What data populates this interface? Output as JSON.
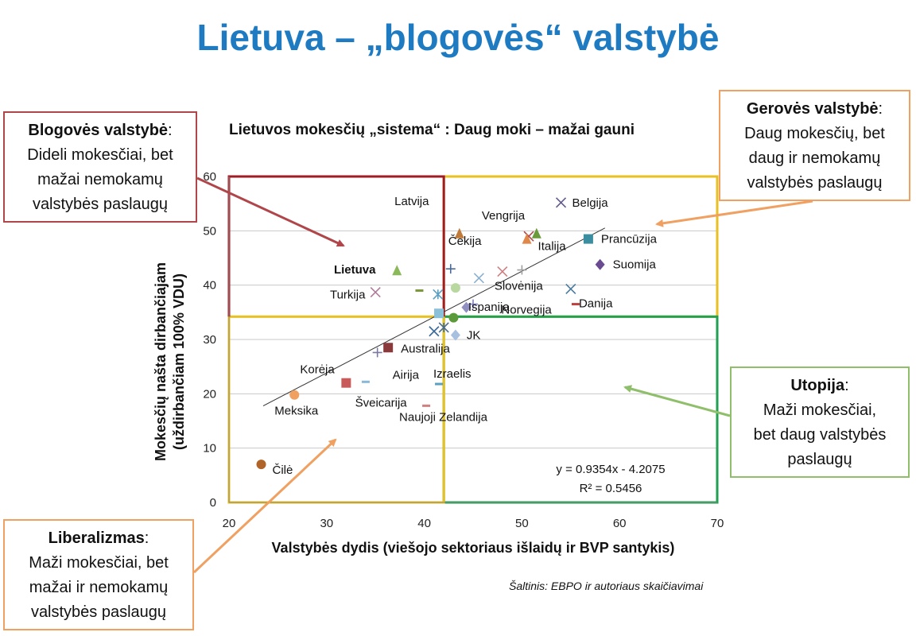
{
  "title": "Lietuva – „blogovės“ valstybė",
  "chart_data": {
    "type": "scatter",
    "title": "Lietuvos mokesčių „sistema“ : Daug moki – mažai gauni",
    "xlabel": "Valstybės dydis (viešojo sektoriaus išlaidų ir BVP santykis)",
    "ylabel_line1": "Mokesčių našta dirbančiajam",
    "ylabel_line2": "(uždirbančiam 100% VDU)",
    "xlim": [
      20,
      70
    ],
    "ylim": [
      0,
      60
    ],
    "xticks": [
      20,
      30,
      40,
      50,
      60,
      70
    ],
    "yticks": [
      0,
      10,
      20,
      30,
      40,
      50,
      60
    ],
    "grid": "horizontal",
    "trendline": {
      "slope": 0.9354,
      "intercept": -4.2075,
      "x_range": [
        23.5,
        58.5
      ],
      "equation": "y = 0.9354x - 4.2075",
      "r2": "R² = 0.5456"
    },
    "points": [
      {
        "label": "Belgija",
        "x": 54.0,
        "y": 55.2,
        "marker": "x",
        "color": "#5f5a8a"
      },
      {
        "label": "Vengrija",
        "x": 50.7,
        "y": 49.0,
        "marker": "x",
        "color": "#b0464a"
      },
      {
        "label": "Italija",
        "x": 50.5,
        "y": 48.5,
        "marker": "triangle",
        "color": "#e0884a"
      },
      {
        "label": "",
        "x": 51.5,
        "y": 49.5,
        "marker": "triangle",
        "color": "#6a9a3a"
      },
      {
        "label": "Prancūzija",
        "x": 56.8,
        "y": 48.5,
        "marker": "square",
        "color": "#3a8ea0"
      },
      {
        "label": "Suomija",
        "x": 58.0,
        "y": 43.8,
        "marker": "diamond",
        "color": "#6a4a90"
      },
      {
        "label": "Latvija",
        "x": 43.6,
        "y": 49.5,
        "marker": "triangle",
        "color": "#c07a3a"
      },
      {
        "label": "Lietuva",
        "x": 37.2,
        "y": 42.7,
        "marker": "triangle",
        "color": "#8ab85a"
      },
      {
        "label": "Čekija",
        "x": 42.7,
        "y": 43.0,
        "marker": "plus",
        "color": "#4a6a9a"
      },
      {
        "label": "",
        "x": 45.6,
        "y": 41.3,
        "marker": "x",
        "color": "#8ab0d0"
      },
      {
        "label": "Slovėnija",
        "x": 48.0,
        "y": 42.5,
        "marker": "x",
        "color": "#d08080"
      },
      {
        "label": "",
        "x": 50.0,
        "y": 42.8,
        "marker": "plus",
        "color": "#a0a0a0"
      },
      {
        "label": "",
        "x": 55.0,
        "y": 39.3,
        "marker": "x",
        "color": "#4a7aa0"
      },
      {
        "label": "Turkija",
        "x": 35.0,
        "y": 38.7,
        "marker": "x",
        "color": "#b07a9a"
      },
      {
        "label": "",
        "x": 39.5,
        "y": 39.0,
        "marker": "dash",
        "color": "#7a9a3a"
      },
      {
        "label": "Ispanija",
        "x": 43.2,
        "y": 39.5,
        "marker": "circle",
        "color": "#b8d8a0"
      },
      {
        "label": "",
        "x": 41.4,
        "y": 38.3,
        "marker": "asterisk",
        "color": "#5aa0c0"
      },
      {
        "label": "Norvegija",
        "x": 44.3,
        "y": 35.9,
        "marker": "diamond",
        "color": "#9090c0"
      },
      {
        "label": "",
        "x": 45.0,
        "y": 36.5,
        "marker": "plus",
        "color": "#8080c0"
      },
      {
        "label": "Danija",
        "x": 55.5,
        "y": 36.5,
        "marker": "dash",
        "color": "#c04040"
      },
      {
        "label": "",
        "x": 41.5,
        "y": 34.8,
        "marker": "square",
        "color": "#8ac0d8"
      },
      {
        "label": "",
        "x": 43.0,
        "y": 34.0,
        "marker": "circle",
        "color": "#5a9a3a"
      },
      {
        "label": "",
        "x": 42.0,
        "y": 32.2,
        "marker": "asterisk",
        "color": "#4a6a8a"
      },
      {
        "label": "",
        "x": 41.0,
        "y": 31.5,
        "marker": "x",
        "color": "#3a6a9a"
      },
      {
        "label": "JK",
        "x": 43.2,
        "y": 30.8,
        "marker": "diamond",
        "color": "#a8c0e0"
      },
      {
        "label": "Australija",
        "x": 36.3,
        "y": 28.5,
        "marker": "square",
        "color": "#8a3a3a"
      },
      {
        "label": "Airija",
        "x": 35.2,
        "y": 27.6,
        "marker": "plus",
        "color": "#7a7aa0"
      },
      {
        "label": "Izraelis",
        "x": 41.5,
        "y": 21.8,
        "marker": "dash",
        "color": "#5aa0c0"
      },
      {
        "label": "Korėja",
        "x": 32.0,
        "y": 22.0,
        "marker": "square",
        "color": "#c85a5a"
      },
      {
        "label": "",
        "x": 34.0,
        "y": 22.2,
        "marker": "dash",
        "color": "#8ab8d8"
      },
      {
        "label": "Šveicarija",
        "x": 33.0,
        "y": 22.2,
        "marker": "none",
        "color": "#111"
      },
      {
        "label": "Naujoji Zelandija",
        "x": 40.2,
        "y": 17.8,
        "marker": "dash",
        "color": "#d08080"
      },
      {
        "label": "Meksika",
        "x": 26.7,
        "y": 19.8,
        "marker": "circle",
        "color": "#f0a060"
      },
      {
        "label": "Čilė",
        "x": 23.3,
        "y": 7.0,
        "marker": "circle",
        "color": "#b0642a"
      }
    ]
  },
  "boxes": {
    "blogove": {
      "title": "Blogovės valstybė",
      "colon": ":",
      "line1": "Dideli mokesčiai, bet",
      "line2": "mažai nemokamų",
      "line3": "valstybės paslaugų"
    },
    "gerove": {
      "title": "Gerovės valstybė",
      "colon": ":",
      "line1": "Daug mokesčių, bet",
      "line2": "daug ir nemokamų",
      "line3": "valstybės paslaugų"
    },
    "utopija": {
      "title": "Utopija",
      "colon": ":",
      "line1": "Maži mokesčiai,",
      "line2": "bet daug valstybės",
      "line3": "paslaugų"
    },
    "liberal": {
      "title": "Liberalizmas",
      "colon": ":",
      "line1": "Maži mokesčiai, bet",
      "line2": "mažai ir nemokamų",
      "line3": "valstybės paslaugų"
    }
  },
  "source": "Šaltinis: EBPO ir autoriaus skaičiavimai",
  "colors": {
    "title": "#1f7bc1",
    "quadrant_red": "#a01c24",
    "quadrant_yellow": "#e8c020",
    "quadrant_green": "#20a050",
    "arrow_red": "#b0464a",
    "arrow_orange": "#f0a060",
    "arrow_green": "#8fbf6a"
  }
}
